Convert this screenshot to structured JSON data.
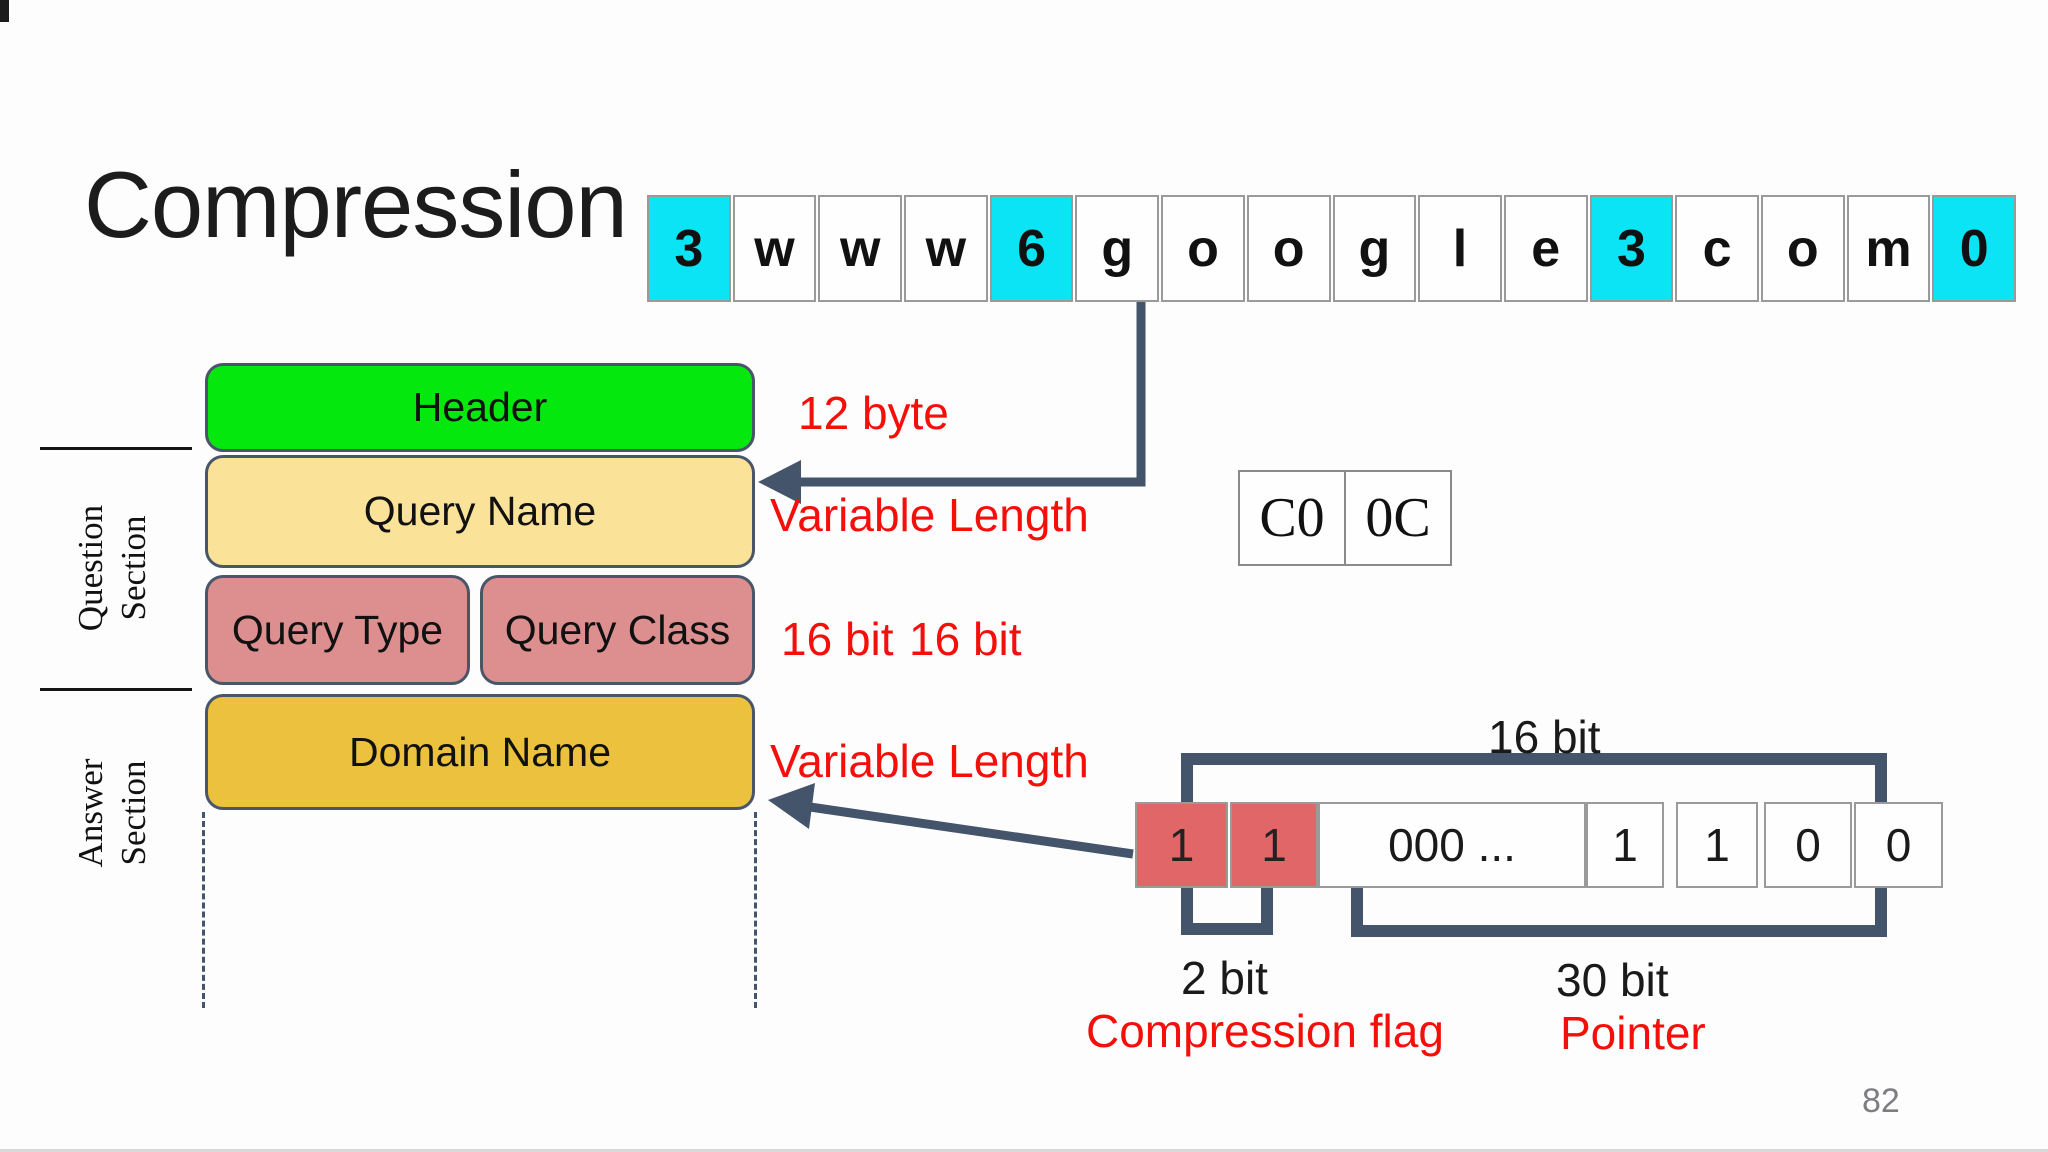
{
  "title": "Compression",
  "page_number": "82",
  "palette": {
    "cyan": "#0ae4f4",
    "green": "#04e80e",
    "yellow": "#fae298",
    "pink": "#dd8f90",
    "gold": "#ebc13d",
    "redcell": "#e06667",
    "slate": "#44546a",
    "redtext": "#f40f0a"
  },
  "byte_row": {
    "cells": [
      {
        "char": "3",
        "highlight": true
      },
      {
        "char": "w",
        "highlight": false
      },
      {
        "char": "w",
        "highlight": false
      },
      {
        "char": "w",
        "highlight": false
      },
      {
        "char": "6",
        "highlight": true
      },
      {
        "char": "g",
        "highlight": false
      },
      {
        "char": "o",
        "highlight": false
      },
      {
        "char": "o",
        "highlight": false
      },
      {
        "char": "g",
        "highlight": false
      },
      {
        "char": "l",
        "highlight": false
      },
      {
        "char": "e",
        "highlight": false
      },
      {
        "char": "3",
        "highlight": true
      },
      {
        "char": "c",
        "highlight": false
      },
      {
        "char": "o",
        "highlight": false
      },
      {
        "char": "m",
        "highlight": false
      },
      {
        "char": "0",
        "highlight": true
      }
    ]
  },
  "message_blocks": {
    "header": "Header",
    "query_name": "Query Name",
    "query_type": "Query Type",
    "query_class": "Query Class",
    "domain_name": "Domain Name"
  },
  "sections": {
    "question": {
      "line1": "Question",
      "line2": "Section"
    },
    "answer": {
      "line1": "Answer",
      "line2": "Section"
    }
  },
  "annotations": {
    "header_size": "12 byte",
    "query_name_size": "Variable Length",
    "query_type_size": "16 bit",
    "query_class_size": "16 bit",
    "domain_name_size": "Variable Length",
    "pointer_total_bits": "16 bit",
    "flag_bits": "2 bit",
    "pointer_bits": "30 bit",
    "flag_label": "Compression flag",
    "pointer_label": "Pointer"
  },
  "pointer_bytes": {
    "byte1": "C0",
    "byte2": "0C"
  },
  "bit_row": {
    "cells": [
      {
        "value": "1",
        "red": true
      },
      {
        "value": "1",
        "red": true
      },
      {
        "value": "000 ...",
        "red": false
      },
      {
        "value": "1",
        "red": false
      },
      {
        "value": "1",
        "red": false
      },
      {
        "value": "0",
        "red": false
      },
      {
        "value": "0",
        "red": false
      }
    ]
  }
}
